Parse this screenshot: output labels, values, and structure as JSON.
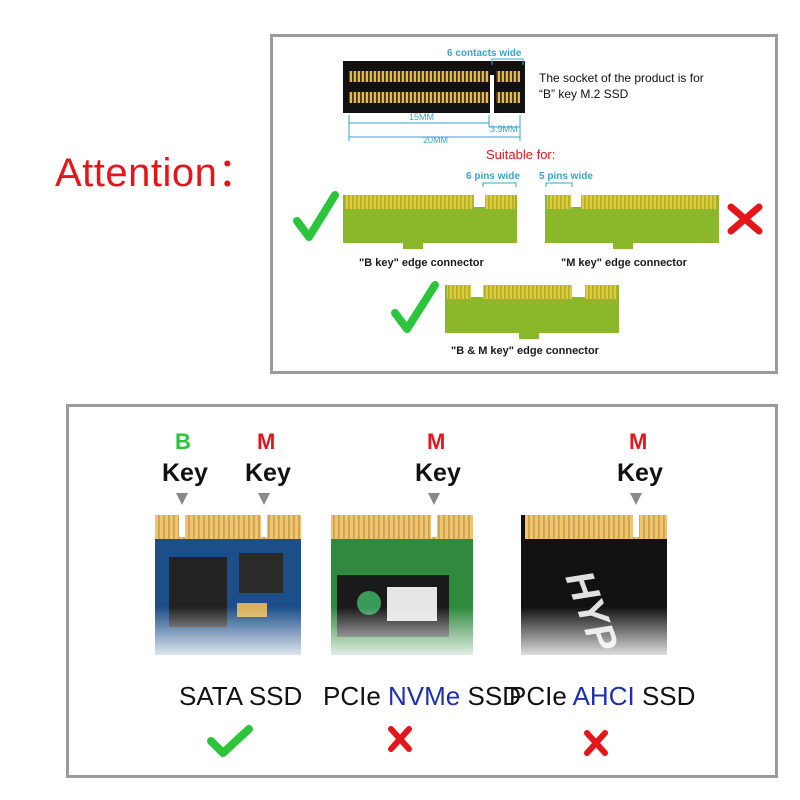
{
  "attention": "Attention：",
  "socket": {
    "contacts_label": "6 contacts wide",
    "description_line1": "The socket of the product is for",
    "description_line2": "“B” key M.2 SSD",
    "dim_15": "15MM",
    "dim_39": "3.9MM",
    "dim_20": "20MM"
  },
  "suitable_for": "Suitable for:",
  "connectors": {
    "b_pins": "6 pins wide",
    "m_pins": "5 pins wide",
    "b_label": "\"B key\" edge connector",
    "m_label": "\"M key\" edge connector",
    "bm_label": "\"B & M key\" edge connector"
  },
  "ssds": [
    {
      "b_letter": "B",
      "m_letter": "M",
      "key": "Key",
      "label_prefix": "SATA SSD",
      "status": "check"
    },
    {
      "m_letter": "M",
      "key": "Key",
      "label_prefix": "PCIe ",
      "label_accent": "NVMe",
      "label_suffix": " SSD",
      "status": "cross"
    },
    {
      "m_letter": "M",
      "key": "Key",
      "label_prefix": "PCIe ",
      "label_accent": "AHCI",
      "label_suffix": " SSD",
      "status": "cross"
    }
  ],
  "board_text": "HYP",
  "colors": {
    "attention": "#e3161b",
    "check": "#2bc43a",
    "cross": "#e3161b",
    "connector_green": "#8ab82a",
    "gold": "#e6b84a",
    "dim_blue": "#3aa3c8",
    "accent_blue": "#1e2fb0"
  }
}
